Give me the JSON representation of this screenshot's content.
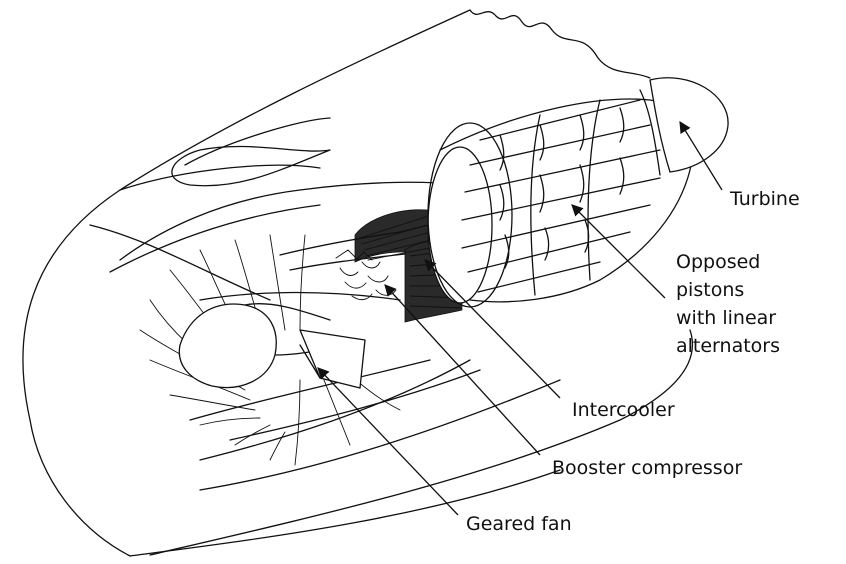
{
  "diagram": {
    "subject": "engine-cutaway",
    "labels": {
      "turbine": "Turbine",
      "opposed_pistons": [
        "Opposed",
        "pistons",
        "with linear",
        "alternators"
      ],
      "intercooler": "Intercooler",
      "booster_compressor": "Booster compressor",
      "geared_fan": "Geared fan"
    },
    "colors": {
      "ink": "#111111",
      "background": "#ffffff"
    }
  }
}
